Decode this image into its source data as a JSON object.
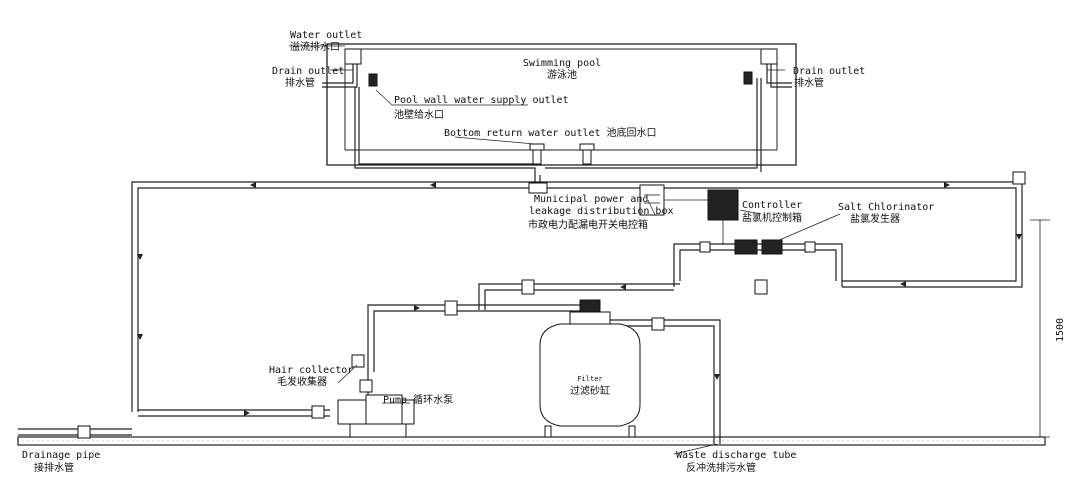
{
  "labels": {
    "water_outlet_en": "Water outlet",
    "water_outlet_cn": "溢流排水口",
    "drain_outlet_left_en": "Drain outlet",
    "drain_outlet_left_cn": "排水管",
    "drain_outlet_right_en": "Drain outlet",
    "drain_outlet_right_cn": "排水管",
    "swimming_pool_en": "Swimming pool",
    "swimming_pool_cn": "游泳池",
    "wall_supply_en": "Pool wall water supply outlet",
    "wall_supply_cn": "池壁给水口",
    "bottom_return": "Bottom return water outlet 池底回水口",
    "municipal_1": "Municipal power and",
    "municipal_2": "leakage distribution box",
    "municipal_cn": "市政电力配漏电开关电控箱",
    "controller_en": "Controller",
    "controller_cn": "盐氯机控制箱",
    "salt_en": "Salt Chlorinator",
    "salt_cn": "盐氯发生器",
    "hair_en": "Hair collector",
    "hair_cn": "毛发收集器",
    "pump": "Pump 循环水泵",
    "filter_en": "Filter",
    "filter_cn": "过滤砂缸",
    "drainage_en": "Drainage pipe",
    "drainage_cn": "接排水管",
    "waste_en": "Waste discharge tube",
    "waste_cn": "反冲洗排污水管",
    "dimension": "1500"
  }
}
